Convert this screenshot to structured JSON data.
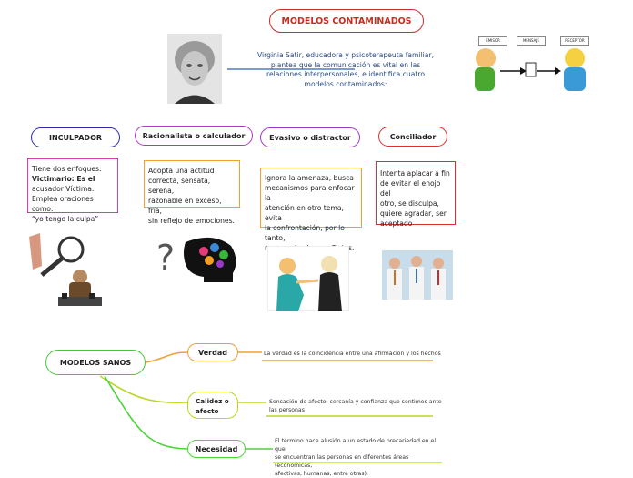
{
  "title": "MODELOS CONTAMINADOS",
  "intro": {
    "line1": "Virginia Satir, educadora y psicoterapeuta familiar,",
    "line2": "plantea que la comunicación es vital en las",
    "line3": "relaciones interpersonales, e identifica cuatro",
    "line4": "modelos contaminados:"
  },
  "comm_labels": [
    "EMISOR",
    "MENSAJE",
    "RECEPTOR"
  ],
  "models": [
    {
      "name": "INCULPADOR",
      "color": "#2d2aa8",
      "desc_lines": [
        "Tiene dos enfoques:",
        "Victimario: Es el",
        "acusador     Víctima:",
        "Emplea oraciones como:",
        "“yo tengo la culpa”"
      ],
      "desc_color": "#d63fa8"
    },
    {
      "name": "Racionalista o calculador",
      "color": "#b336c9",
      "desc_lines": [
        "Adopta una actitud",
        "correcta, sensata, serena,",
        "razonable en exceso, fría,",
        "sin reflejo de emociones."
      ],
      "desc_color": "#f0a030"
    },
    {
      "name": "Evasivo o distractor",
      "color": "#9b38c9",
      "desc_lines": [
        "Ignora la amenaza, busca",
        "mecanismos para enfocar la",
        "atención en otro tema, evita",
        "la confrontación, por lo tanto,",
        "no resuelve los conflictos."
      ],
      "desc_color": "#f0a030"
    },
    {
      "name": "Conciliador",
      "color": "#d93030",
      "desc_lines": [
        "Intenta aplacar a fin",
        "de evitar el enojo del",
        "otro, se disculpa,",
        "quiere agradar, ser",
        "aceptado"
      ],
      "desc_color": "#d93030"
    }
  ],
  "sanos": {
    "root": "MODELOS SANOS",
    "branches": [
      {
        "name": "Verdad",
        "desc_lines": [
          "La verdad es la coincidencia entre una afirmación y los hechos"
        ],
        "color": "#f0a030"
      },
      {
        "name_lines": [
          "Calidez o",
          "afecto"
        ],
        "desc_lines": [
          "Sensación de afecto, cercanía y confianza que sentimos ante",
          "las personas"
        ],
        "color": "#b8d820"
      },
      {
        "name": "Necesidad",
        "desc_lines": [
          "El término hace alusión a un estado de precariedad en el que",
          "se encuentran las personas en diferentes áreas (económicas,",
          "afectivas, humanas, entre otras)."
        ],
        "color": "#8ad82a"
      }
    ]
  },
  "colors": {
    "root_border": "#45c83a",
    "line_green": "#4fd23c"
  }
}
